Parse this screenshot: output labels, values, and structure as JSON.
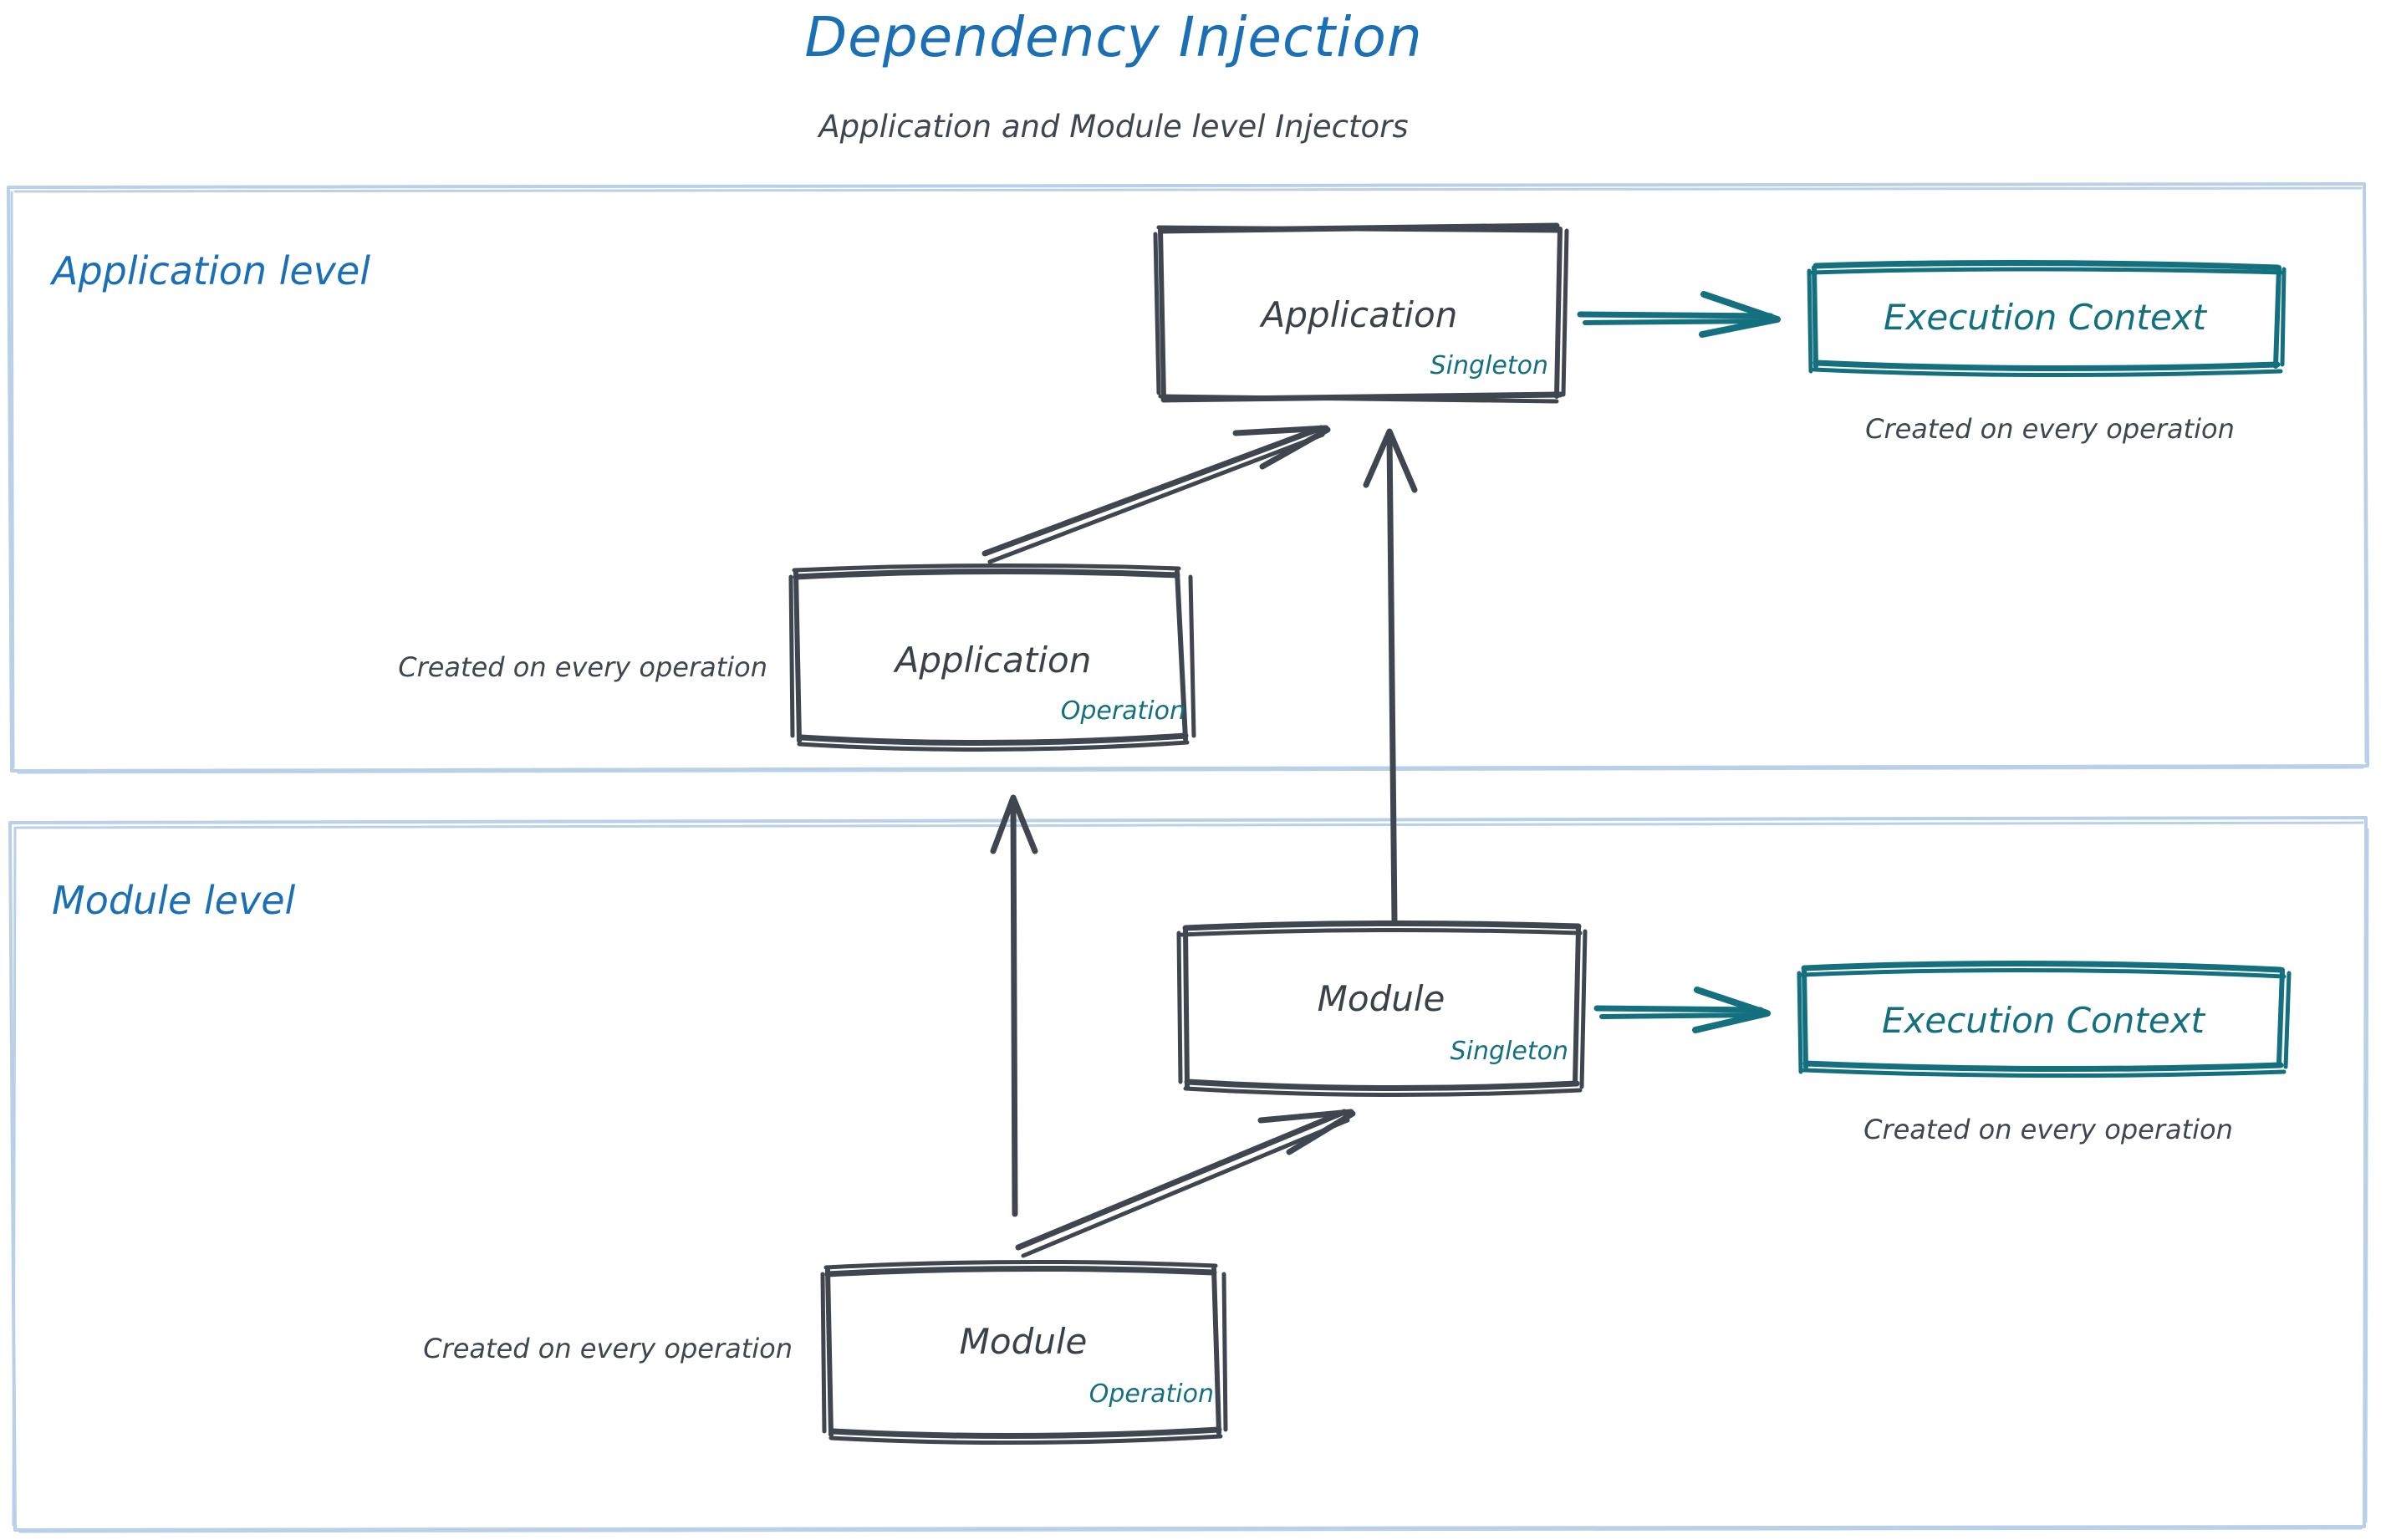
{
  "header": {
    "title": "Dependency Injection",
    "subtitle": "Application and Module level Injectors",
    "title_color": "#1a6fb5",
    "subtitle_color": "#3f4650"
  },
  "colors": {
    "ink": "#3f4650",
    "blue": "#1a6fb5",
    "teal": "#14707f",
    "frame": "#b9d0e8"
  },
  "sections": [
    {
      "id": "application-level",
      "label": "Application level",
      "nodes": [
        {
          "id": "application-singleton",
          "title": "Application",
          "badge": "Singleton",
          "badge_color": "#14707f"
        },
        {
          "id": "application-operation",
          "title": "Application",
          "badge": "Operation",
          "badge_color": "#14707f",
          "caption": "Created on every operation"
        },
        {
          "id": "application-execution-context",
          "title": "Execution Context",
          "caption": "Created on every operation",
          "color": "#14707f"
        }
      ]
    },
    {
      "id": "module-level",
      "label": "Module level",
      "nodes": [
        {
          "id": "module-singleton",
          "title": "Module",
          "badge": "Singleton",
          "badge_color": "#14707f"
        },
        {
          "id": "module-operation",
          "title": "Module",
          "badge": "Operation",
          "badge_color": "#14707f",
          "caption": "Created on every operation"
        },
        {
          "id": "module-execution-context",
          "title": "Execution Context",
          "caption": "Created on every operation",
          "color": "#14707f"
        }
      ]
    }
  ],
  "edges": [
    {
      "from": "application-operation",
      "to": "application-singleton",
      "style": "diagonal",
      "color": "#3f4650"
    },
    {
      "from": "application-singleton",
      "to": "application-execution-context",
      "style": "horizontal",
      "color": "#14707f"
    },
    {
      "from": "module-singleton",
      "to": "application-singleton",
      "style": "vertical",
      "color": "#3f4650"
    },
    {
      "from": "module-operation",
      "to": "application-operation",
      "style": "vertical",
      "color": "#3f4650"
    },
    {
      "from": "module-operation",
      "to": "module-singleton",
      "style": "diagonal",
      "color": "#3f4650"
    },
    {
      "from": "module-singleton",
      "to": "module-execution-context",
      "style": "horizontal",
      "color": "#14707f"
    }
  ]
}
